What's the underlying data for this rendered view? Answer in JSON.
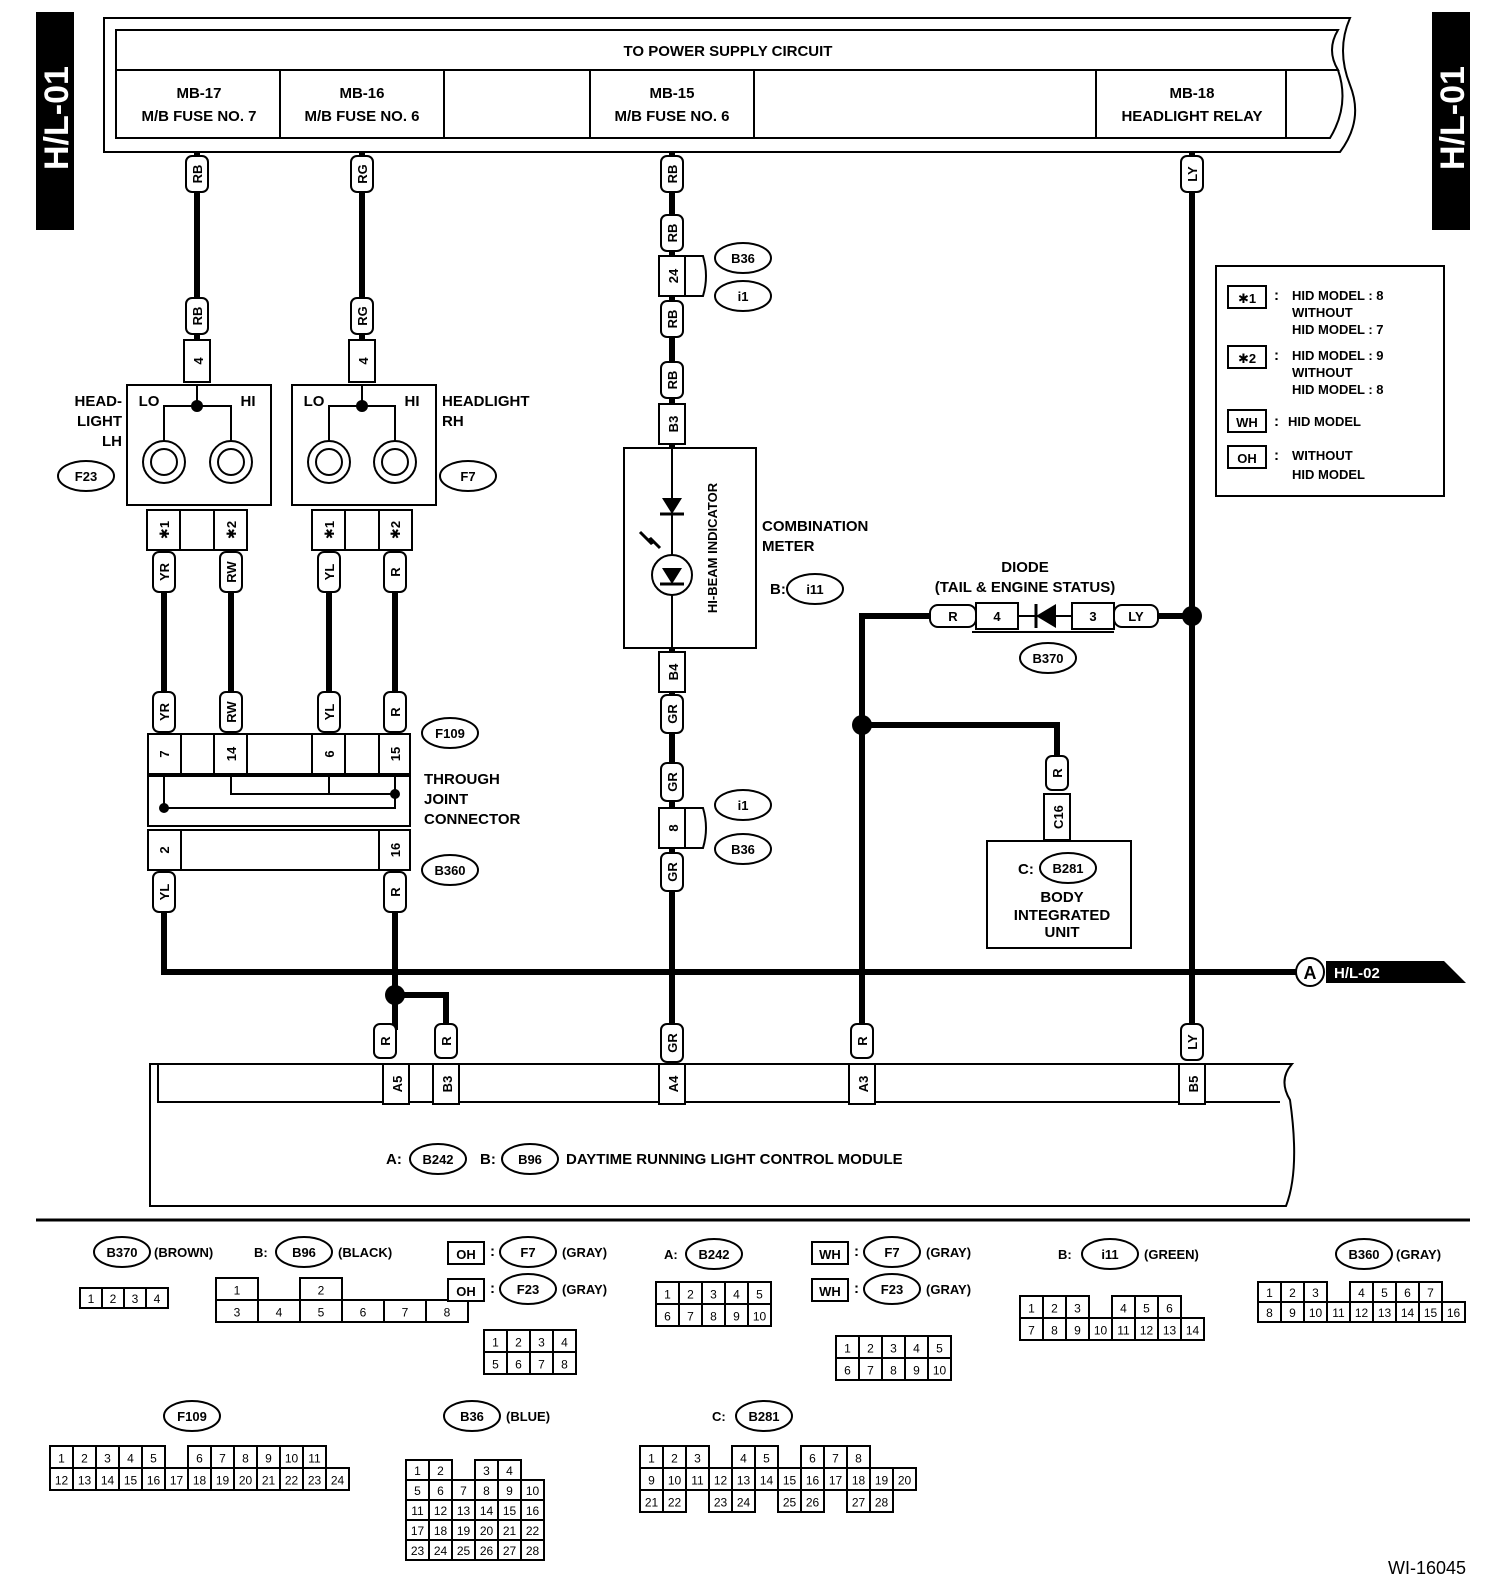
{
  "page_tag": "H/L-01",
  "figure_id": "WI-16045",
  "power_supply": {
    "title": "TO POWER SUPPLY CIRCUIT",
    "cells": [
      {
        "id": "MB-17",
        "desc": "M/B FUSE NO. 7"
      },
      {
        "id": "MB-16",
        "desc": "M/B FUSE NO. 6"
      },
      {
        "id": "MB-15",
        "desc": "M/B FUSE NO. 6"
      },
      {
        "id": "MB-18",
        "desc": "HEADLIGHT RELAY"
      }
    ]
  },
  "legend": [
    {
      "key": "✱1",
      "line1": "HID MODEL  : 8",
      "line2": "WITHOUT",
      "line3": "HID MODEL  : 7"
    },
    {
      "key": "✱2",
      "line1": "HID MODEL  : 9",
      "line2": "WITHOUT",
      "line3": "HID MODEL  : 8"
    },
    {
      "key": "WH",
      "line1": "HID MODEL",
      "line2": "",
      "line3": ""
    },
    {
      "key": "OH",
      "line1": "WITHOUT",
      "line2": "HID MODEL",
      "line3": ""
    }
  ],
  "headlight_lh": {
    "label1": "HEAD-",
    "label2": "LIGHT",
    "label3": "LH",
    "code": "F23",
    "lo": "LO",
    "hi": "HI"
  },
  "headlight_rh": {
    "label1": "HEADLIGHT",
    "label2": "RH",
    "code": "F7",
    "lo": "LO",
    "hi": "HI"
  },
  "combination_meter": {
    "label1": "COMBINATION",
    "label2": "METER",
    "prefix": "B:",
    "code": "i11",
    "indicator": "HI-BEAM INDICATOR"
  },
  "diode": {
    "label1": "DIODE",
    "label2": "(TAIL & ENGINE STATUS)",
    "code": "B370",
    "pin_a": "4",
    "pin_b": "3",
    "wire_a": "R",
    "wire_b": "LY"
  },
  "body_unit": {
    "prefix": "C:",
    "code": "B281",
    "line1": "BODY",
    "line2": "INTEGRATED",
    "line3": "UNIT",
    "pin": "C16",
    "wire": "R"
  },
  "through_joint": {
    "line1": "THROUGH",
    "line2": "JOINT",
    "line3": "CONNECTOR",
    "code_top": "F109",
    "code_bottom": "B360"
  },
  "drl_module": {
    "prefix_a": "A:",
    "code_a": "B242",
    "prefix_b": "B:",
    "code_b": "B96",
    "label": "DAYTIME RUNNING LIGHT CONTROL MODULE"
  },
  "offpage": {
    "letter": "A",
    "target": "H/L-02"
  },
  "wires": {
    "rb": "RB",
    "rg": "RG",
    "ly": "LY",
    "yr": "YR",
    "rw": "RW",
    "yl": "YL",
    "r": "R",
    "gr": "GR",
    "pin4": "4",
    "pin24": "24",
    "pin8": "8",
    "b3": "B3",
    "b4": "B4",
    "star1": "✱1",
    "star2": "✱2",
    "j7": "7",
    "j14": "14",
    "j6": "6",
    "j15": "15",
    "j2": "2",
    "j16": "16",
    "a5": "A5",
    "a4": "A4",
    "a3": "A3",
    "b5": "B5",
    "b36": "B36",
    "i1": "i1"
  },
  "connectors": {
    "b370": {
      "code": "B370",
      "color": "(BROWN)",
      "pins": [
        "1",
        "2",
        "3",
        "4"
      ]
    },
    "b96": {
      "prefix": "B:",
      "code": "B96",
      "color": "(BLACK)",
      "pins": [
        "1",
        "2",
        "3",
        "4",
        "5",
        "6",
        "7",
        "8"
      ]
    },
    "f7_oh": {
      "key": "OH",
      "code": "F7",
      "color": "(GRAY)"
    },
    "f23_oh": {
      "key": "OH",
      "code": "F23",
      "color": "(GRAY)",
      "pins": [
        "1",
        "2",
        "3",
        "4",
        "5",
        "6",
        "7",
        "8"
      ]
    },
    "b242": {
      "prefix": "A:",
      "code": "B242",
      "pins": [
        "1",
        "2",
        "3",
        "4",
        "5",
        "6",
        "7",
        "8",
        "9",
        "10"
      ]
    },
    "f7_wh": {
      "key": "WH",
      "code": "F7",
      "color": "(GRAY)"
    },
    "f23_wh": {
      "key": "WH",
      "code": "F23",
      "color": "(GRAY)",
      "pins": [
        "1",
        "2",
        "3",
        "4",
        "5",
        "6",
        "7",
        "8",
        "9",
        "10"
      ]
    },
    "i11": {
      "prefix": "B:",
      "code": "i11",
      "color": "(GREEN)",
      "pins": [
        "1",
        "2",
        "3",
        "4",
        "5",
        "6",
        "7",
        "8",
        "9",
        "10",
        "11",
        "12",
        "13",
        "14"
      ]
    },
    "b360": {
      "code": "B360",
      "color": "(GRAY)",
      "pins": [
        "1",
        "2",
        "3",
        "4",
        "5",
        "6",
        "7",
        "8",
        "9",
        "10",
        "11",
        "12",
        "13",
        "14",
        "15",
        "16"
      ]
    },
    "f109": {
      "code": "F109",
      "pins": [
        "1",
        "2",
        "3",
        "4",
        "5",
        "6",
        "7",
        "8",
        "9",
        "10",
        "11",
        "12",
        "13",
        "14",
        "15",
        "16",
        "17",
        "18",
        "19",
        "20",
        "21",
        "22",
        "23",
        "24"
      ]
    },
    "b36": {
      "code": "B36",
      "color": "(BLUE)",
      "pins": [
        "1",
        "2",
        "3",
        "4",
        "5",
        "6",
        "7",
        "8",
        "9",
        "10",
        "11",
        "12",
        "13",
        "14",
        "15",
        "16",
        "17",
        "18",
        "19",
        "20",
        "21",
        "22",
        "23",
        "24",
        "25",
        "26",
        "27",
        "28"
      ]
    },
    "b281": {
      "prefix": "C:",
      "code": "B281",
      "pins": [
        "1",
        "2",
        "3",
        "4",
        "5",
        "6",
        "7",
        "8",
        "9",
        "10",
        "11",
        "12",
        "13",
        "14",
        "15",
        "16",
        "17",
        "18",
        "19",
        "20",
        "21",
        "22",
        "23",
        "24",
        "25",
        "26",
        "27",
        "28"
      ]
    }
  }
}
